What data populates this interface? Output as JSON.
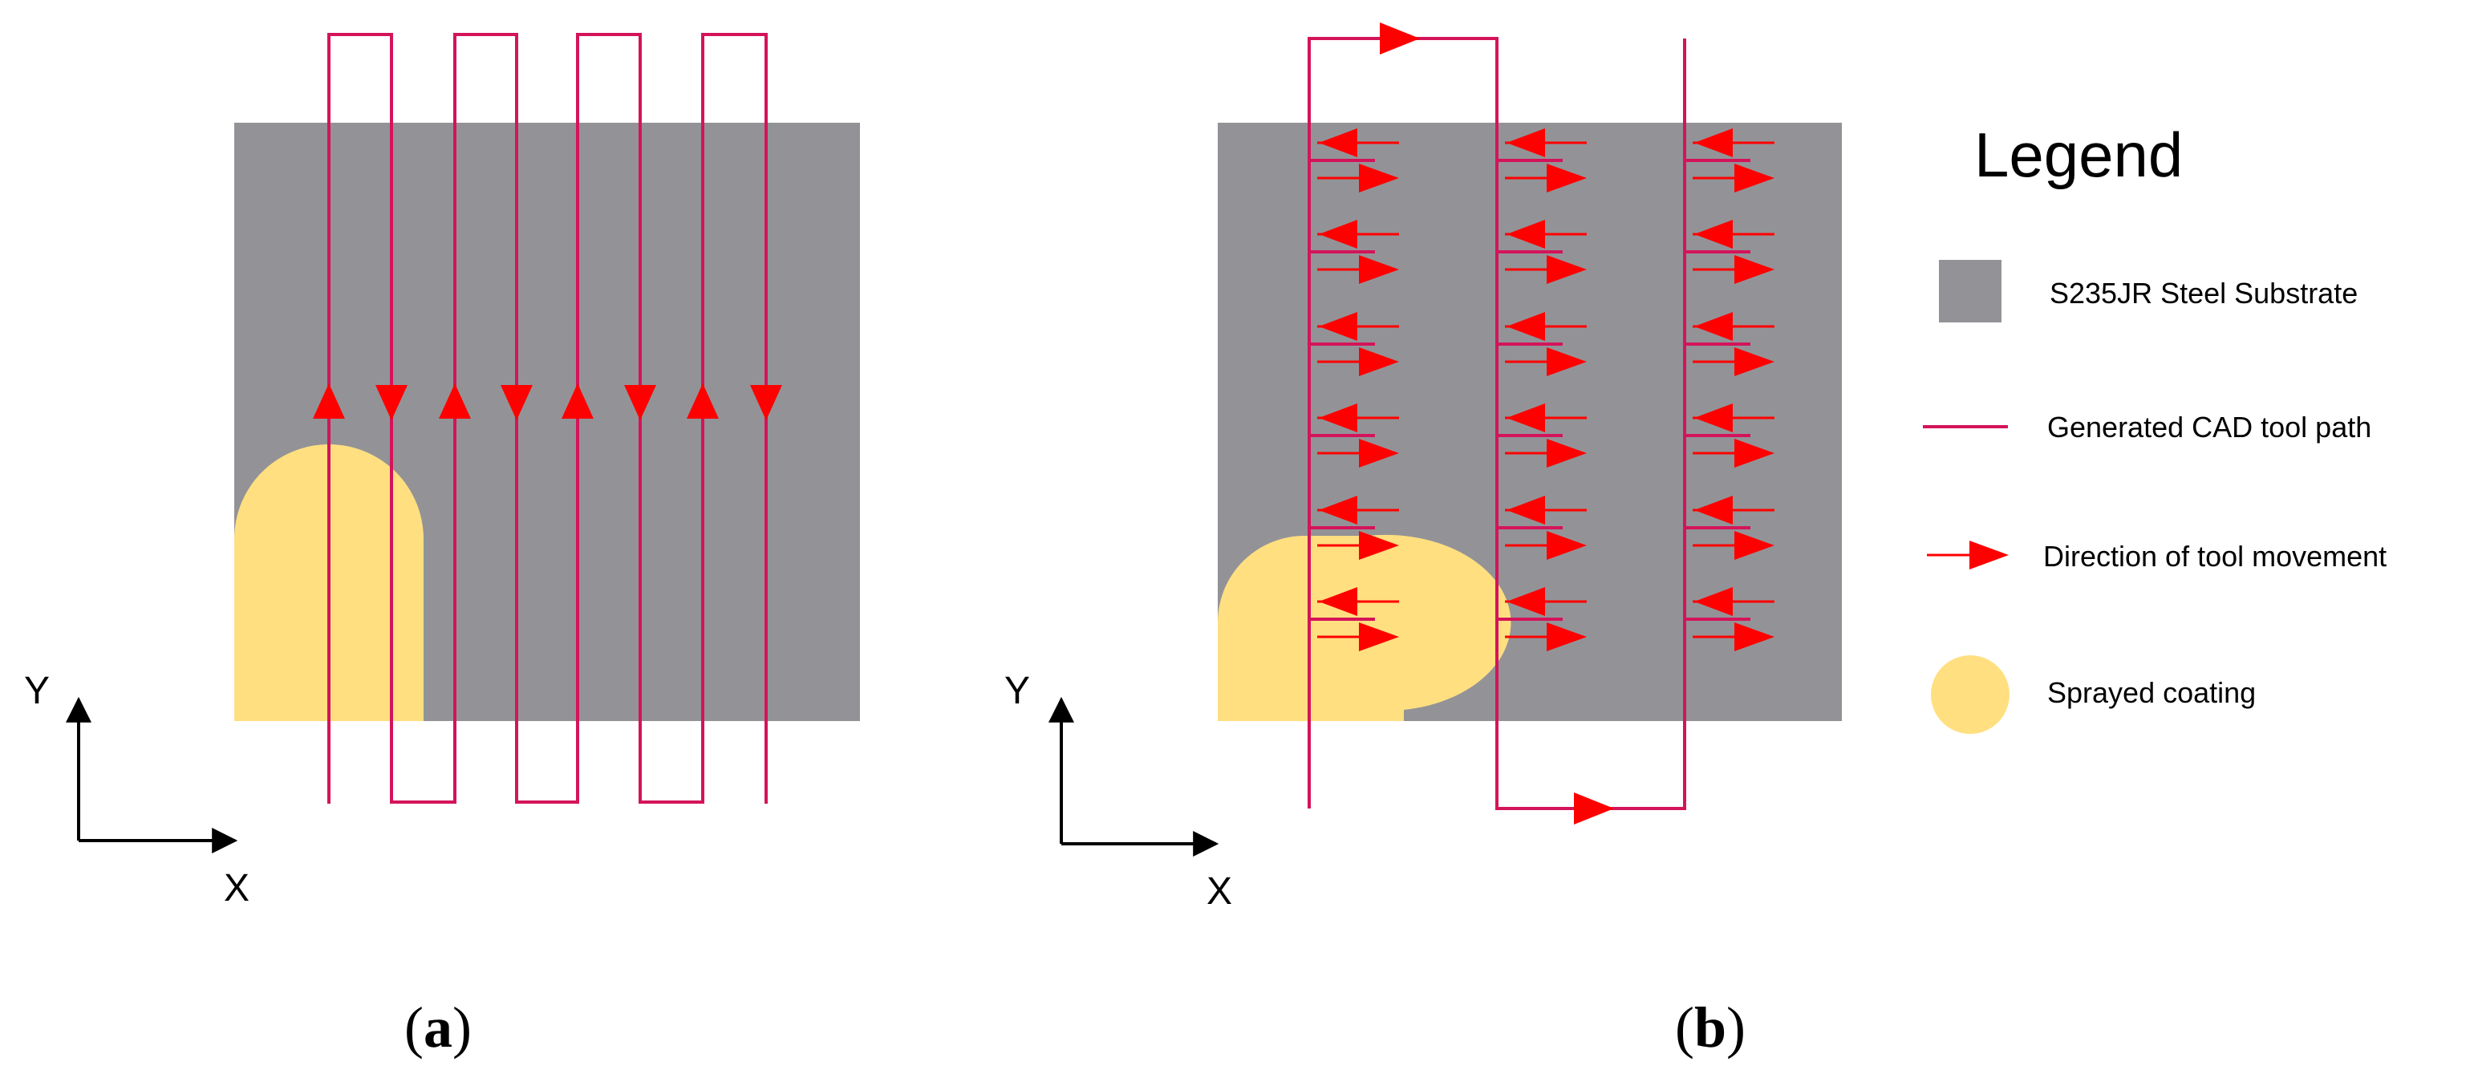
{
  "panels": [
    {
      "caption_open": "(",
      "caption_letter": "a",
      "caption_close": ")",
      "axis_y_label": "Y",
      "axis_x_label": "X"
    },
    {
      "caption_open": "(",
      "caption_letter": "b",
      "caption_close": ")",
      "axis_y_label": "Y",
      "axis_x_label": "X"
    }
  ],
  "legend": {
    "title": "Legend",
    "items": [
      {
        "label": "S235JR Steel Substrate",
        "icon": "gray-square-icon"
      },
      {
        "label": "Generated CAD tool path",
        "icon": "crimson-line-icon"
      },
      {
        "label": "Direction of tool movement",
        "icon": "red-arrow-icon"
      },
      {
        "label": "Sprayed coating",
        "icon": "yellow-circle-icon"
      }
    ]
  },
  "colors": {
    "substrate": "#939397",
    "tool_path": "#d4145a",
    "direction_arrow": "#ff0000",
    "coating": "#ffdf80",
    "axis": "#000000"
  }
}
